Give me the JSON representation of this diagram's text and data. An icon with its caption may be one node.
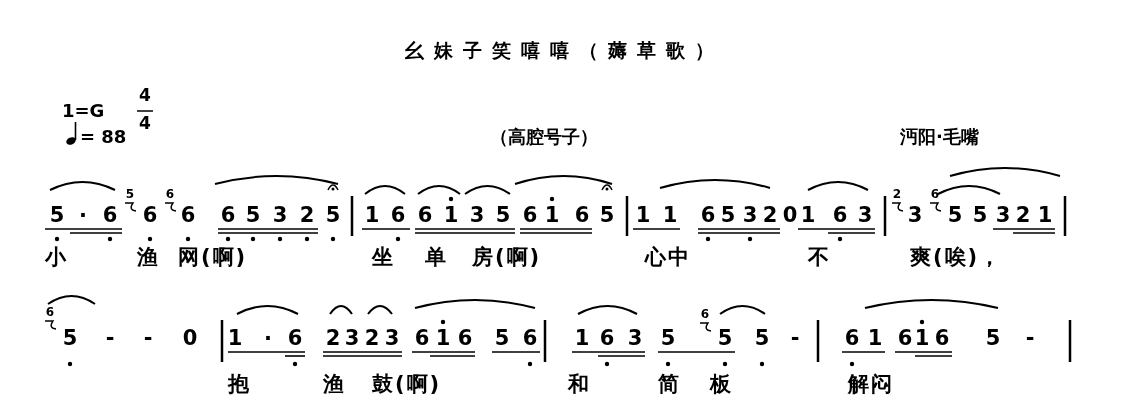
{
  "diagram": {
    "title": "幺妹子笑嘻嘻（薅草歌）",
    "labels": [
      "1=G",
      "4",
      "4",
      "= 88",
      "（高腔号子）",
      "沔阳·毛嘴",
      "5",
      "·",
      "6",
      "5",
      "6",
      "6",
      "6",
      "6",
      "5",
      "3",
      "2",
      "5",
      "1",
      "6",
      "6",
      "1",
      "3",
      "5",
      "6",
      "1",
      "6",
      "5",
      "1",
      "1",
      "6",
      "5",
      "3",
      "2",
      "0",
      "1",
      "6",
      "3",
      "2",
      "3",
      "6",
      "5",
      "5",
      "3",
      "2",
      "1",
      "小",
      "渔",
      "网(啊)",
      "坐",
      "单",
      "房(啊)",
      "心中",
      "不",
      "爽(唉)，",
      "6",
      "5",
      "-",
      "-",
      "0",
      "1",
      "·",
      "6",
      "2",
      "3",
      "2",
      "3",
      "6",
      "1",
      "6",
      "5",
      "6",
      "1",
      "6",
      "3",
      "5",
      "6",
      "5",
      "5",
      "-",
      "6",
      "1",
      "6",
      "1",
      "6",
      "5",
      "-",
      "抱",
      "渔",
      "鼓(啊)",
      "和",
      "简",
      "板",
      "解闷"
    ]
  }
}
